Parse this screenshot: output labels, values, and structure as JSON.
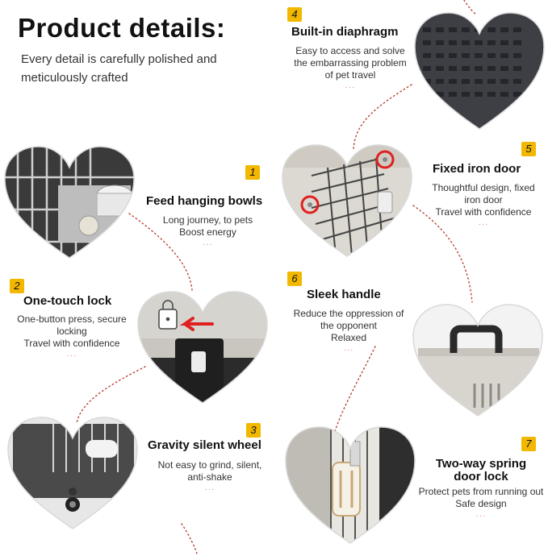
{
  "header": {
    "title": "Product details:",
    "subtitle": "Every detail is carefully polished and meticulously crafted"
  },
  "colors": {
    "badge": "#f2b800",
    "dotted_line": "#b7453a",
    "heart_border": "#d9d9d9",
    "red_arrow": "#e02020"
  },
  "features": [
    {
      "number": "1",
      "title": "Feed hanging bowls",
      "lines": [
        "Long journey, to pets",
        "Boost energy"
      ],
      "dots": "···"
    },
    {
      "number": "2",
      "title": "One-touch lock",
      "lines": [
        "One-button press, secure",
        "locking",
        "Travel with confidence"
      ],
      "dots": "···"
    },
    {
      "number": "3",
      "title": "Gravity silent wheel",
      "lines": [
        "Not easy to grind, silent,",
        "anti-shake"
      ],
      "dots": "···"
    },
    {
      "number": "4",
      "title": "Built-in diaphragm",
      "lines": [
        "Easy to access and solve",
        "the embarrassing problem",
        "of pet travel"
      ],
      "dots": "···"
    },
    {
      "number": "5",
      "title": "Fixed iron door",
      "lines": [
        "Thoughtful design, fixed",
        "iron door",
        "Travel with confidence"
      ],
      "dots": "···"
    },
    {
      "number": "6",
      "title": "Sleek handle",
      "lines": [
        "Reduce the oppression of",
        "the opponent",
        "Relaxed"
      ],
      "dots": "···"
    },
    {
      "number": "7",
      "title": "Two-way spring door lock",
      "title_lines": [
        "Two-way spring",
        "door lock"
      ],
      "lines": [
        "Protect pets from running out",
        "Safe design"
      ],
      "dots": "···"
    }
  ]
}
